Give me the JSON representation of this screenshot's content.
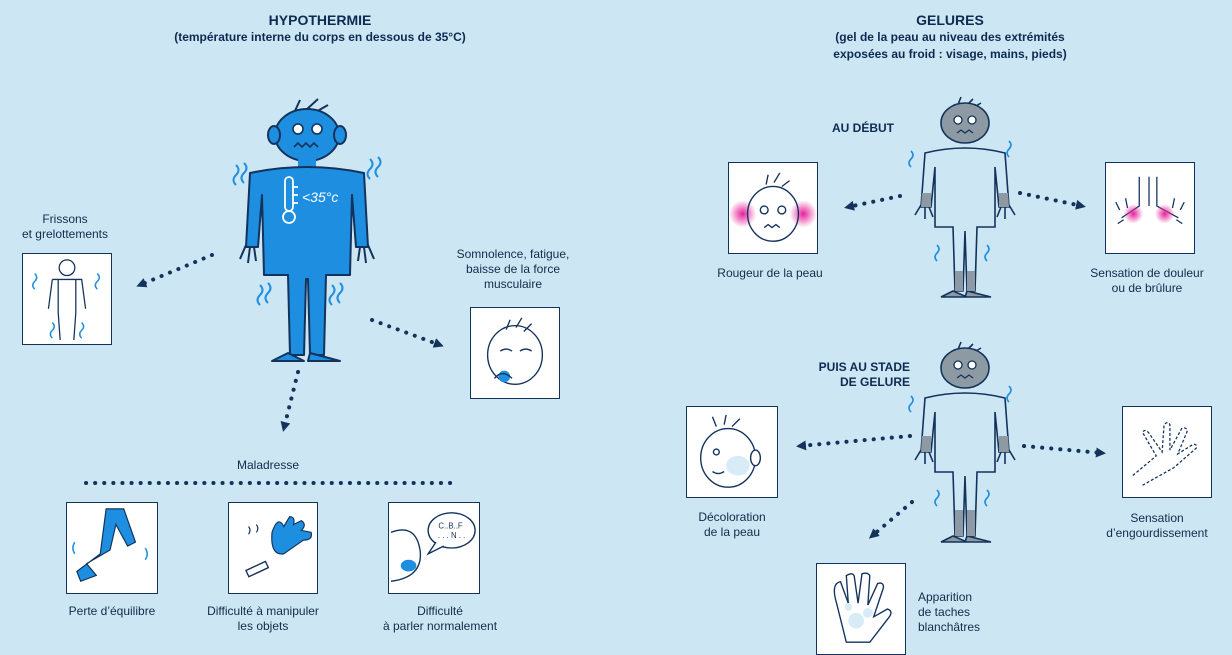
{
  "hypothermie": {
    "title": "HYPOTHERMIE",
    "subtitle": "(température interne du corps en dessous de 35°C)",
    "temperature_marker": "<35°c",
    "symptoms": {
      "frissons": "Frissons\net grelottements",
      "somnolence": "Somnolence, fatigue,\nbaisse de la force\nmusculaire",
      "maladresse": "Maladresse",
      "equilibre": "Perte d’équilibre",
      "manipuler": "Difficulté à manipuler\nles objets",
      "parler": "Difficulté\nà parler normalement"
    },
    "speech_bubble": "C..B..F\n. . . N . ."
  },
  "gelures": {
    "title": "GELURES",
    "subtitle": "(gel de la peau au niveau des extrémités\nexposées au froid : visage, mains, pieds)",
    "stage1": {
      "label": "AU DÉBUT",
      "left": "Rougeur de la peau",
      "right": "Sensation de douleur\nou de brûlure"
    },
    "stage2": {
      "label": "PUIS AU STADE\nDE GELURE",
      "left": "Décoloration\nde la peau",
      "right": "Sensation\nd’engourdissement",
      "bottom": "Apparition\nde taches\nblanchâtres"
    }
  },
  "colors": {
    "background": "#cde6f4",
    "body_blue": "#1e8fe0",
    "navy": "#13335c",
    "frostbite_grey": "#8e9aa3",
    "redness_pink": "#e6219a"
  }
}
